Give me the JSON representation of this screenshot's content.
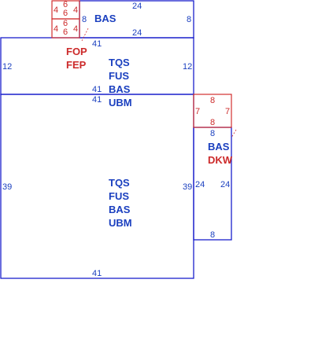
{
  "colors": {
    "primary_outline": "#1a1fcc",
    "secondary_outline": "#d12e2e",
    "primary_text": "#1a3fbf",
    "secondary_text": "#cc2a2a"
  },
  "top_box": {
    "code": "BAS",
    "width_label_top": "24",
    "width_label_bottom": "24",
    "height_label": "8",
    "left_height_label": "8"
  },
  "small_squares": {
    "upper": {
      "left": "4",
      "mid_top": "6",
      "mid_bottom": "6",
      "right": "4"
    },
    "lower": {
      "left": "4",
      "mid_top": "6",
      "mid_bottom": "6",
      "right": "4"
    }
  },
  "porch": {
    "codes": [
      "FOP",
      "FEP"
    ],
    "left_label": "12",
    "right_label": "12",
    "top_label": "41",
    "bottom_label": "41"
  },
  "upper_codes": [
    "TQS",
    "FUS",
    "BAS",
    "UBM"
  ],
  "main": {
    "codes": [
      "TQS",
      "FUS",
      "BAS",
      "UBM"
    ],
    "left_label": "39",
    "right_label": "39",
    "top_label": "41",
    "bottom_label": "41"
  },
  "deck": {
    "top_label": "8",
    "bottom_label": "8",
    "left_label": "7",
    "right_label": "7"
  },
  "side": {
    "codes": [
      "BAS",
      "DKW"
    ],
    "top_label": "8",
    "bottom_label": "8",
    "left_label": "24",
    "right_label": "24"
  }
}
